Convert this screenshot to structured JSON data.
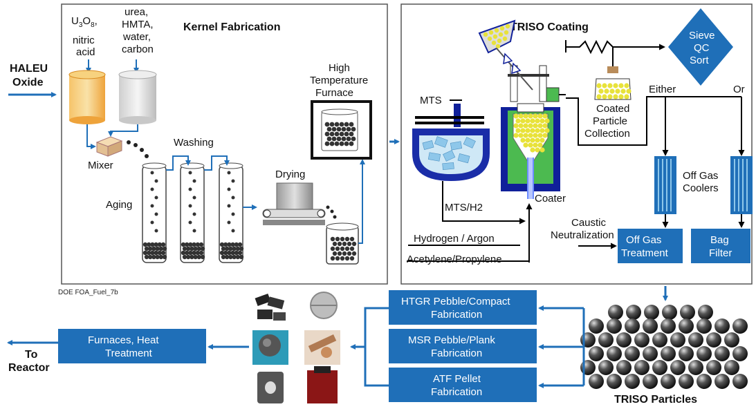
{
  "inputs": {
    "haleu_line1": "HALEU",
    "haleu_line2": "Oxide",
    "u3o8_line1": "U3O8,",
    "u3o8_line2": "nitric",
    "u3o8_line3": "acid",
    "urea_line1": "urea,",
    "urea_line2": "HMTA,",
    "urea_line3": "water,",
    "urea_line4": "carbon"
  },
  "kernel": {
    "title": "Kernel Fabrication",
    "mixer": "Mixer",
    "washing": "Washing",
    "aging": "Aging",
    "drying": "Drying",
    "furnace_line1": "High",
    "furnace_line2": "Temperature",
    "furnace_line3": "Furnace",
    "doc_id": "DOE FOA_Fuel_7b"
  },
  "triso": {
    "title": "TRISO Coating",
    "mts": "MTS",
    "mts_h2": "MTS/H2",
    "hydrogen_argon": "Hydrogen / Argon",
    "acetylene": "Acetylene/Propylene",
    "coater": "Coater",
    "collection_line1": "Coated",
    "collection_line2": "Particle",
    "collection_line3": "Collection",
    "sieve_line1": "Sieve",
    "sieve_line2": "QC",
    "sieve_line3": "Sort",
    "either": "Either",
    "or": "Or",
    "coolers_line1": "Off Gas",
    "coolers_line2": "Coolers",
    "caustic_line1": "Caustic",
    "caustic_line2": "Neutralization",
    "offgas_line1": "Off Gas",
    "offgas_line2": "Treatment",
    "bag_line1": "Bag",
    "bag_line2": "Filter"
  },
  "fabrication": {
    "htgr_line1": "HTGR Pebble/Compact",
    "htgr_line2": "Fabrication",
    "msr_line1": "MSR Pebble/Plank",
    "msr_line2": "Fabrication",
    "atf_line1": "ATF Pellet",
    "atf_line2": "Fabrication",
    "furnaces_line1": "Furnaces, Heat",
    "furnaces_line2": "Treatment",
    "reactor_line1": "To",
    "reactor_line2": "Reactor",
    "triso_particles": "TRISO Particles"
  },
  "colors": {
    "blue": "#1f6fb8",
    "dark_blue": "#10209a",
    "yellow": "#e8e23a",
    "green": "#44b649",
    "orange": "#f0a23a"
  }
}
